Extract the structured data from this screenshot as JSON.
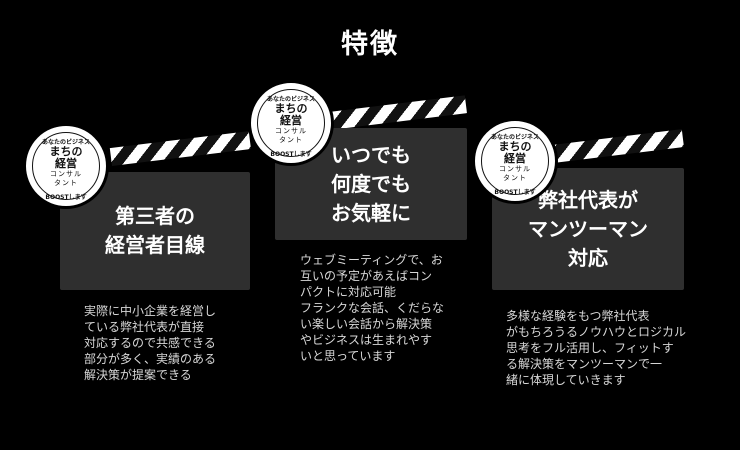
{
  "heading": "特徴",
  "badge": {
    "top": "あなたのビジネス",
    "main": [
      "まちの",
      "経営"
    ],
    "sub": [
      "コンサル",
      "タント"
    ],
    "bottom": "BOOSTします"
  },
  "features": [
    {
      "title": [
        "第三者の",
        "経営者目線"
      ],
      "desc": [
        "実際に中小企業を経営し",
        "ている弊社代表が直接",
        "対応するので共感できる",
        "部分が多く、実績のある",
        "解決策が提案できる"
      ]
    },
    {
      "title": [
        "いつでも",
        "何度でも",
        "お気軽に"
      ],
      "desc": [
        "ウェブミーティングで、お",
        "互いの予定があえばコン",
        "パクトに対応可能",
        "フランクな会話、くだらな",
        "い楽しい会話から解決策",
        "やビジネスは生まれやす",
        "いと思っています"
      ]
    },
    {
      "title": [
        "弊社代表が",
        "マンツーマン",
        "対応"
      ],
      "desc": [
        "多様な経験をもつ弊社代表",
        "がもちろうるノウハウとロジカル",
        "思考をフル活用し、フィットす",
        "る解決策をマンツーマンで一",
        "緒に体現していきます"
      ]
    }
  ]
}
